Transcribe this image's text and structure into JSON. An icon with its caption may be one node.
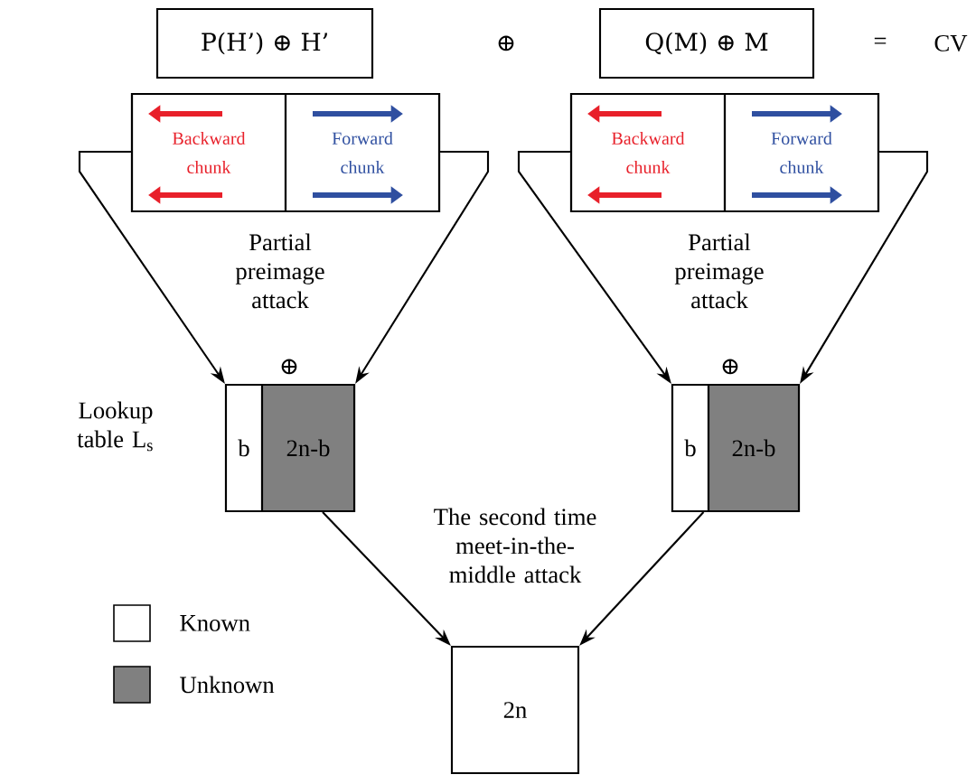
{
  "diagram": {
    "nodes": [
      {
        "text": [
          "P(H’) ⊕ H’"
        ]
      },
      {
        "text": [
          "Q(M) ⊕ M"
        ]
      },
      {
        "text": [],
        "shape": "box"
      },
      {
        "text": [
          "Backward chunk"
        ],
        "in": 2
      },
      {
        "text": [
          "Forward chunk"
        ],
        "in": 2
      },
      {
        "text": [],
        "shape": "box"
      },
      {
        "text": [
          "Backward chunk"
        ],
        "in": 5
      },
      {
        "text": [
          "Forward chunk"
        ],
        "in": 5
      },
      {
        "text": [],
        "shape": "box",
        "beside": [
          "Lookup table L$_{s}$"
        ]
      },
      {
        "text": [
          "b"
        ],
        "in": 8
      },
      {
        "text": [
          "2n-b"
        ],
        "in": 8
      },
      {
        "text": [],
        "shape": "box"
      },
      {
        "text": [
          "b"
        ],
        "in": 11
      },
      {
        "text": [
          "2n-b"
        ],
        "in": 11
      },
      {
        "text": [
          "2n"
        ]
      }
    ],
    "edges": [
      {
        "from": 2,
        "to": 8,
        "arrow": "to"
      },
      {
        "from": 2,
        "to": 8,
        "arrow": "to"
      },
      {
        "from": 5,
        "to": 11,
        "arrow": "to"
      },
      {
        "from": 5,
        "to": 11,
        "arrow": "to"
      },
      {
        "from": 8,
        "to": 14,
        "arrow": "to"
      },
      {
        "from": 11,
        "to": 14,
        "arrow": "to"
      }
    ],
    "labels": [
      "⊕",
      "=",
      "CV",
      "Partial preimage attack",
      "Partial preimage attack",
      "⊕",
      "⊕",
      "The second time meet-in-the-middle attack"
    ],
    "legend": [
      {
        "text": "Known"
      },
      {
        "text": "Unknown",
        "color": "#808080"
      }
    ]
  }
}
